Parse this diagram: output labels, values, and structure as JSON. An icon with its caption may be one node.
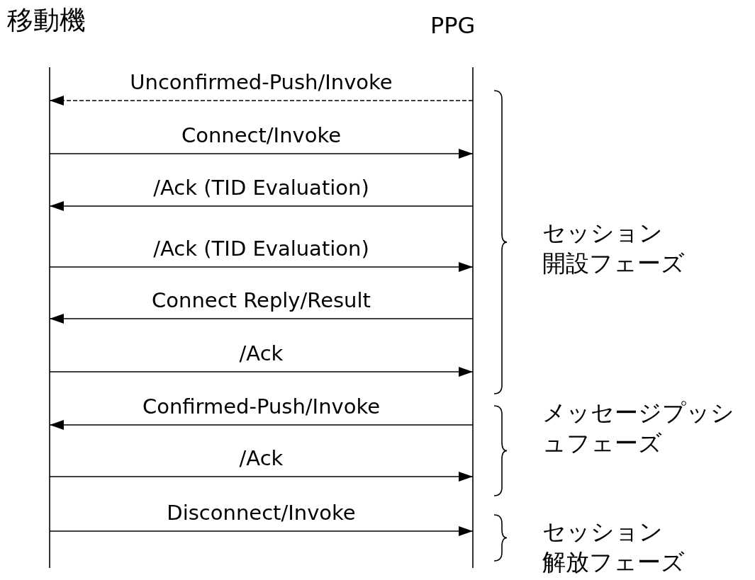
{
  "diagram": {
    "nodes": [
      {
        "text": [
          "移動機"
        ]
      },
      {
        "text": [
          "PPG"
        ]
      }
    ],
    "edges": [
      {
        "from": 1,
        "to": 0,
        "arrow": "to",
        "label": "Unconfirmed-Push/Invoke",
        "style": "dashed"
      },
      {
        "from": 0,
        "to": 1,
        "arrow": "to",
        "label": "Connect/Invoke"
      },
      {
        "from": 1,
        "to": 0,
        "arrow": "to",
        "label": "/Ack (TID Evaluation)"
      },
      {
        "from": 0,
        "to": 1,
        "arrow": "to",
        "label": "/Ack (TID Evaluation)"
      },
      {
        "from": 1,
        "to": 0,
        "arrow": "to",
        "label": "Connect Reply/Result"
      },
      {
        "from": 0,
        "to": 1,
        "arrow": "to",
        "label": "/Ack"
      },
      {
        "from": 1,
        "to": 0,
        "arrow": "to",
        "label": "Confirmed-Push/Invoke"
      },
      {
        "from": 0,
        "to": 1,
        "arrow": "to",
        "label": "/Ack"
      },
      {
        "from": 0,
        "to": 1,
        "arrow": "to",
        "label": "Disconnect/Invoke"
      }
    ],
    "labels": [
      "セッション開設フェーズ",
      "メッセージプッシュフェーズ",
      "セッション解放フェーズ"
    ]
  }
}
